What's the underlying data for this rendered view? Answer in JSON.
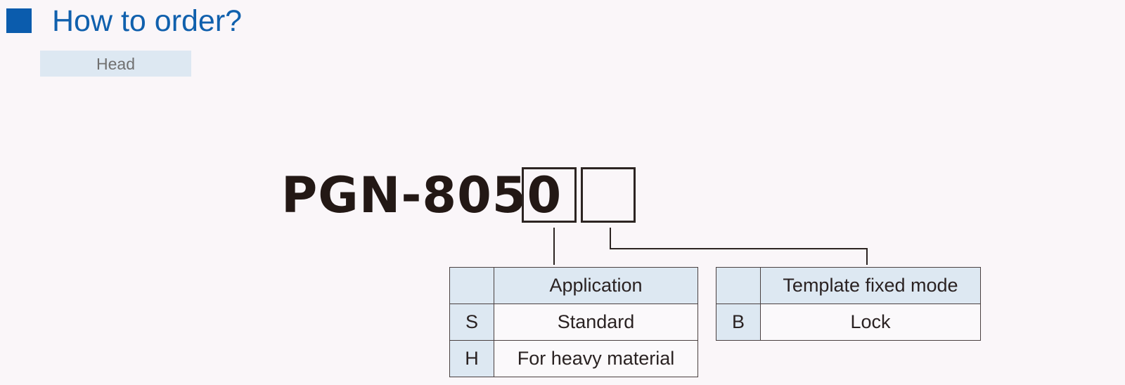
{
  "header": {
    "title": "How to order?",
    "tab_label": "Head"
  },
  "model": {
    "prefix": "PGN-8050"
  },
  "tables": [
    {
      "header": "Application",
      "rows": [
        {
          "code": "S",
          "desc": "Standard"
        },
        {
          "code": "H",
          "desc": "For heavy material"
        }
      ]
    },
    {
      "header": "Template fixed mode",
      "rows": [
        {
          "code": "B",
          "desc": "Lock"
        }
      ]
    }
  ],
  "colors": {
    "accent": "#0b5cad",
    "cell_header_bg": "#dde8f2"
  }
}
